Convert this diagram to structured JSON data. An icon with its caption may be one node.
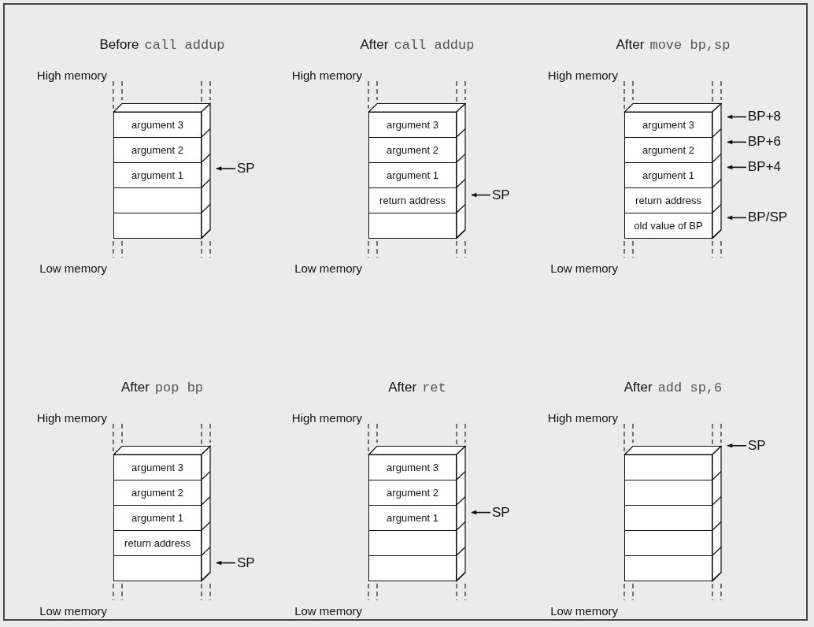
{
  "diagram": {
    "nodes": [
      {
        "text": [],
        "shape": "box"
      },
      {
        "text": [
          "argument 3"
        ],
        "in": 0
      },
      {
        "text": [
          "argument 2"
        ],
        "in": 0
      },
      {
        "text": [
          "argument 1"
        ],
        "in": 0
      },
      {
        "text": [],
        "shape": "box",
        "in": 0
      },
      {
        "text": [],
        "shape": "box",
        "in": 0
      },
      {
        "text": [
          "SP"
        ]
      },
      {
        "text": [],
        "shape": "box"
      },
      {
        "text": [
          "argument 3"
        ],
        "in": 7
      },
      {
        "text": [
          "argument 2"
        ],
        "in": 7
      },
      {
        "text": [
          "argument 1"
        ],
        "in": 7
      },
      {
        "text": [
          "return address"
        ],
        "in": 7
      },
      {
        "text": [],
        "shape": "box",
        "in": 7
      },
      {
        "text": [
          "SP"
        ]
      },
      {
        "text": [],
        "shape": "box"
      },
      {
        "text": [
          "argument 3"
        ],
        "in": 14
      },
      {
        "text": [
          "argument 2"
        ],
        "in": 14
      },
      {
        "text": [
          "argument 1"
        ],
        "in": 14
      },
      {
        "text": [
          "return address"
        ],
        "in": 14
      },
      {
        "text": [
          "old value of BP"
        ],
        "in": 14
      },
      {
        "text": [
          "BP+8"
        ]
      },
      {
        "text": [
          "BP+6"
        ]
      },
      {
        "text": [
          "BP+4"
        ]
      },
      {
        "text": [
          "BP/SP"
        ]
      },
      {
        "text": [],
        "shape": "box"
      },
      {
        "text": [
          "argument 3"
        ],
        "in": 24
      },
      {
        "text": [
          "argument 2"
        ],
        "in": 24
      },
      {
        "text": [
          "argument 1"
        ],
        "in": 24
      },
      {
        "text": [
          "return address"
        ],
        "in": 24
      },
      {
        "text": [],
        "shape": "box",
        "in": 24
      },
      {
        "text": [
          "SP"
        ]
      },
      {
        "text": [],
        "shape": "box"
      },
      {
        "text": [
          "argument 3"
        ],
        "in": 31
      },
      {
        "text": [
          "argument 2"
        ],
        "in": 31
      },
      {
        "text": [
          "argument 1"
        ],
        "in": 31
      },
      {
        "text": [],
        "shape": "box",
        "in": 31
      },
      {
        "text": [],
        "shape": "box",
        "in": 31
      },
      {
        "text": [
          "SP"
        ]
      },
      {
        "text": [],
        "shape": "box"
      },
      {
        "text": [],
        "shape": "box",
        "in": 38
      },
      {
        "text": [],
        "shape": "box",
        "in": 38
      },
      {
        "text": [],
        "shape": "box",
        "in": 38
      },
      {
        "text": [],
        "shape": "box",
        "in": 38
      },
      {
        "text": [],
        "shape": "box",
        "in": 38
      },
      {
        "text": [
          "SP"
        ]
      }
    ],
    "edges": [
      {
        "from": 6,
        "to": null,
        "arrow": "to"
      },
      {
        "from": 13,
        "to": null,
        "arrow": "to"
      },
      {
        "from": 20,
        "to": null,
        "arrow": "to"
      },
      {
        "from": 21,
        "to": null,
        "arrow": "to"
      },
      {
        "from": 22,
        "to": null,
        "arrow": "to"
      },
      {
        "from": 23,
        "to": null,
        "arrow": "to"
      },
      {
        "from": 30,
        "to": null,
        "arrow": "to"
      },
      {
        "from": 37,
        "to": null,
        "arrow": "to"
      },
      {
        "from": 44,
        "to": null,
        "arrow": "to"
      }
    ],
    "labels": [
      "Before",
      "call addup",
      "High memory",
      "Low memory",
      "After",
      "call addup",
      "High memory",
      "Low memory",
      "After",
      "move bp,sp",
      "High memory",
      "Low memory",
      "After",
      "pop bp",
      "High memory",
      "Low memory",
      "After",
      "ret",
      "High memory",
      "Low memory",
      "After",
      "add sp,6",
      "High memory",
      "Low memory"
    ]
  }
}
